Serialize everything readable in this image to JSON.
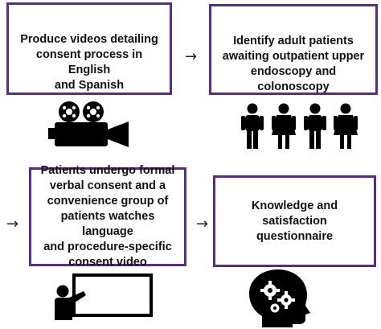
{
  "steps": [
    {
      "lines": [
        "Produce videos detailing",
        "consent process in English",
        "and Spanish"
      ],
      "icon": "video-camera-icon"
    },
    {
      "lines": [
        "Identify adult patients",
        "awaiting outpatient upper",
        "endoscopy and colonoscopy"
      ],
      "icon": "people-icon"
    },
    {
      "lines": [
        "Patients undergo formal",
        "verbal consent and a",
        "convenience group of",
        "patients watches language",
        "and procedure-specific",
        "consent video"
      ],
      "icon": "presentation-icon"
    },
    {
      "lines": [
        "Knowledge and",
        "satisfaction",
        "questionnaire"
      ],
      "icon": "head-gears-icon"
    }
  ],
  "arrows": [
    "→",
    "→",
    "→"
  ],
  "colors": {
    "border": "#5b2d82",
    "icon": "#000000"
  }
}
